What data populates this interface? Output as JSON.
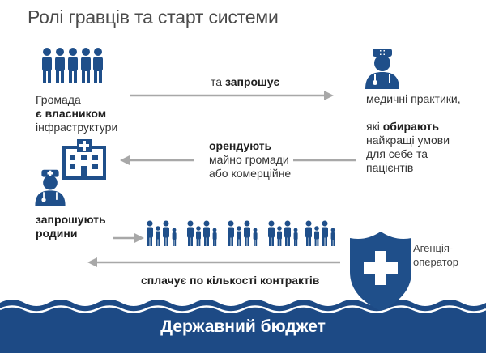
{
  "title": "Ролі гравців та старт системи",
  "community": {
    "line1": "Громада",
    "line2": "є власником",
    "line3": "інфраструктури"
  },
  "invite_arrow": {
    "prefix": "та ",
    "bold": "запрошує"
  },
  "practices": {
    "line1": "медичні практики,",
    "line2_prefix": "які ",
    "line2_bold": "обирають",
    "line3": "найкращі умови",
    "line4": "для себе та",
    "line5": "пацієнтів"
  },
  "rent_arrow": {
    "line1": "орендують",
    "line2": "майно громади",
    "line3": "або комерційне"
  },
  "invite_families": {
    "line1": "запрошують",
    "line2": "родини"
  },
  "agency": {
    "line1": "Агенція-",
    "line2": "оператор"
  },
  "pay_arrow": {
    "label": "сплачує по кількості контрактів"
  },
  "footer": {
    "label": "Державний бюджет"
  },
  "colors": {
    "accent_blue": "#1f4f8a",
    "arrow_gray": "#a8a8a8",
    "footer_blue": "#1d4a85"
  },
  "icons": [
    "people-group-icon",
    "doctor-icon",
    "hospital-icon",
    "family-icon",
    "shield-cross-icon"
  ]
}
